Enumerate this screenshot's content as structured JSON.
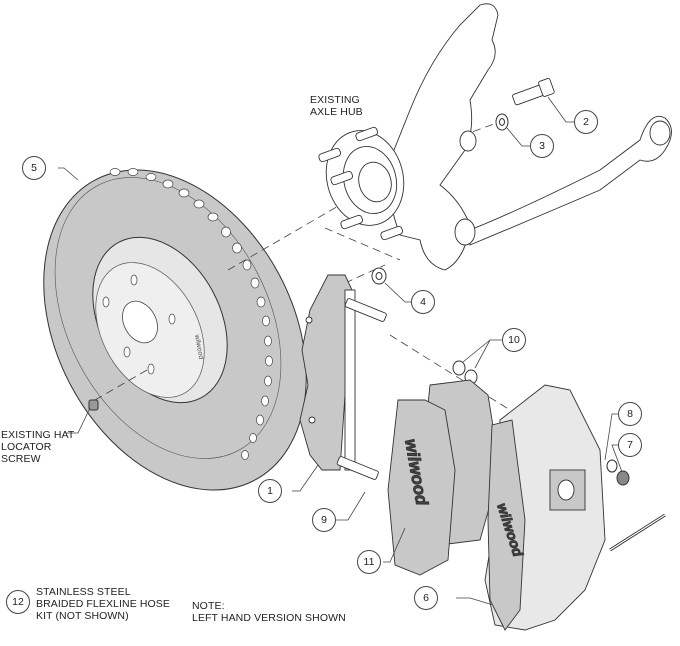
{
  "diagram": {
    "title": "Brake kit exploded view",
    "fill_color": "#c8c8c8",
    "line_color": "#333333",
    "labels": {
      "axle_hub": "EXISTING\nAXLE HUB",
      "hat_screw": "EXISTING HAT\nLOCATOR\nSCREW",
      "flexline": "STAINLESS STEEL\nBRAIDED FLEXLINE HOSE\nKIT (NOT SHOWN)",
      "note": "NOTE:\nLEFT HAND VERSION SHOWN"
    },
    "callouts": [
      {
        "num": "1",
        "part": "caliper-bracket"
      },
      {
        "num": "2",
        "part": "bolt"
      },
      {
        "num": "3",
        "part": "washer"
      },
      {
        "num": "4",
        "part": "washer"
      },
      {
        "num": "5",
        "part": "rotor"
      },
      {
        "num": "6",
        "part": "caliper"
      },
      {
        "num": "7",
        "part": "nut"
      },
      {
        "num": "8",
        "part": "washer"
      },
      {
        "num": "9",
        "part": "bracket-bolt"
      },
      {
        "num": "10",
        "part": "shims"
      },
      {
        "num": "11",
        "part": "brake-pads"
      },
      {
        "num": "12",
        "part": "flexline-hose-kit"
      }
    ],
    "brand_text": "wilwood"
  }
}
